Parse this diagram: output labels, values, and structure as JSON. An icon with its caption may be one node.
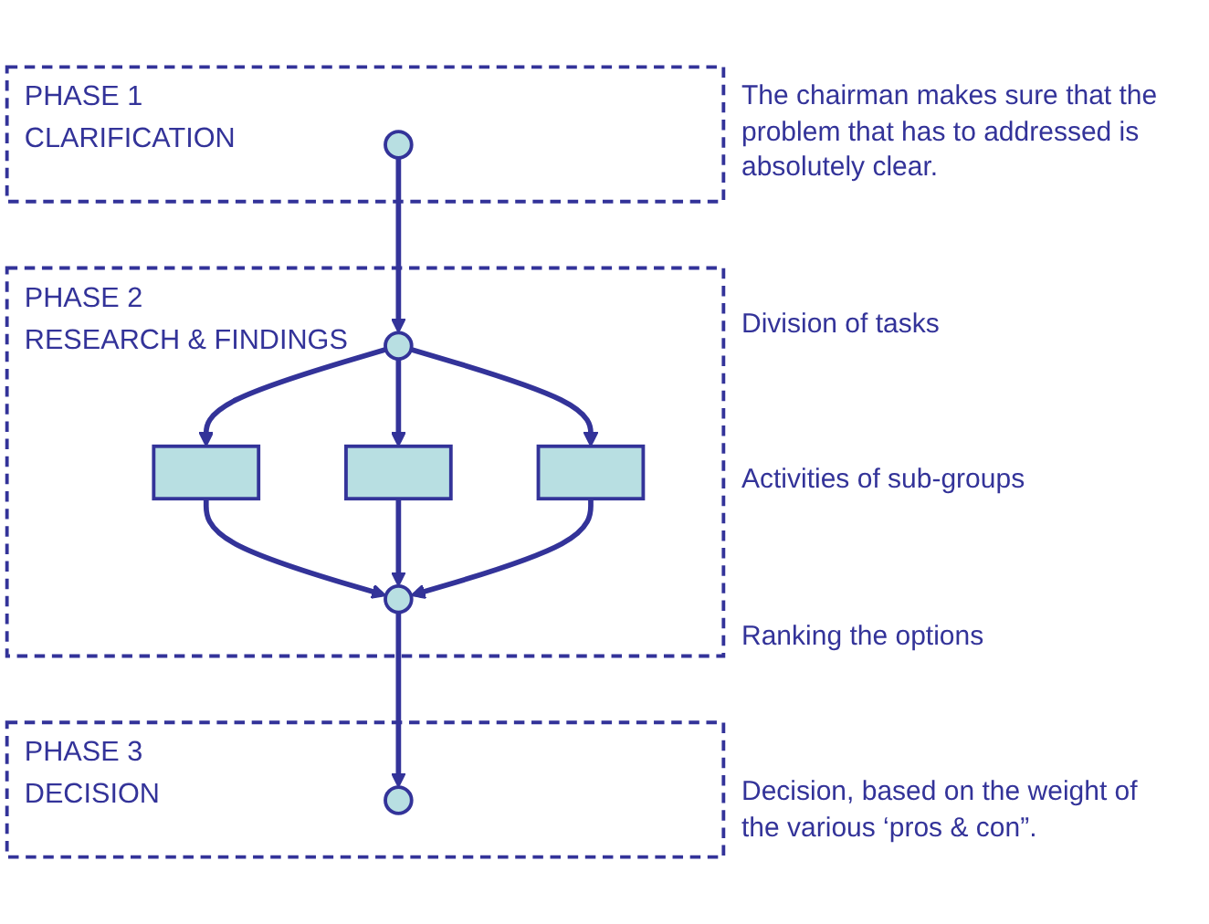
{
  "diagram": {
    "nodes": [
      {
        "text": [
          "PHASE 1",
          "CLARIFICATION"
        ]
      },
      {
        "text": [],
        "shape": "circle",
        "in": 0
      },
      {
        "text": [
          "PHASE 2",
          "RESEARCH & FINDINGS"
        ]
      },
      {
        "text": [],
        "shape": "circle",
        "in": 2
      },
      {
        "text": [],
        "shape": "box",
        "in": 2
      },
      {
        "text": [],
        "shape": "box",
        "in": 2
      },
      {
        "text": [],
        "shape": "box",
        "in": 2
      },
      {
        "text": [],
        "shape": "circle",
        "in": 2
      },
      {
        "text": [
          "PHASE 3",
          "DECISION"
        ]
      },
      {
        "text": [],
        "shape": "circle",
        "in": 8
      }
    ],
    "edges": [
      {
        "from": 1,
        "to": 3,
        "arrow": "to"
      },
      {
        "from": 3,
        "to": 4,
        "arrow": "to"
      },
      {
        "from": 3,
        "to": 5,
        "arrow": "to"
      },
      {
        "from": 3,
        "to": 6,
        "arrow": "to"
      },
      {
        "from": 4,
        "to": 7,
        "arrow": "to"
      },
      {
        "from": 5,
        "to": 7,
        "arrow": "to"
      },
      {
        "from": 6,
        "to": 7,
        "arrow": "to"
      },
      {
        "from": 7,
        "to": 9,
        "arrow": "to"
      }
    ],
    "labels": [
      "The chairman makes sure that the problem that has to addressed is absolutely clear.",
      "Division of tasks",
      "Activities of sub-groups",
      "Ranking the options",
      "Decision, based on the weight of the various ‘pros & con”."
    ]
  }
}
